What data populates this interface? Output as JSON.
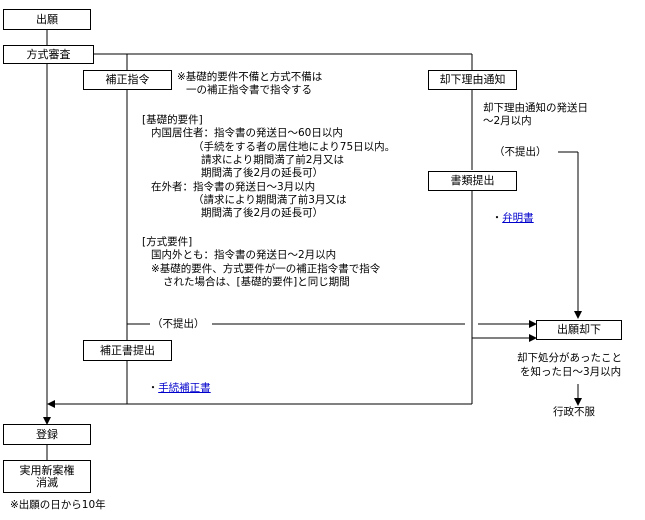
{
  "boxes": {
    "filing": "出願",
    "formal_exam": "方式審査",
    "amend_order": "補正指令",
    "rejection_notice": "却下理由通知",
    "doc_submission": "書類提出",
    "filing_rejection": "出願却下",
    "amend_submission": "補正書提出",
    "registration": "登録",
    "extinction_line1": "実用新案権",
    "extinction_line2": "消滅"
  },
  "notes": {
    "amend_note_line1": "※基礎的要件不備と方式不備は",
    "amend_note_line2": "一の補正指令書で指令する",
    "basic_heading": "[基礎的要件]",
    "basic_domestic": "内国居住者：指令書の発送日～60日以内",
    "basic_domestic_sub1": "（手続をする者の居住地により75日以内。",
    "basic_domestic_sub2": "請求により期間満了前2月又は",
    "basic_domestic_sub3": "期間満了後2月の延長可）",
    "basic_foreign": "在外者：指令書の発送日～3月以内",
    "basic_foreign_sub1": "（請求により期間満了前3月又は",
    "basic_foreign_sub2": "期間満了後2月の延長可）",
    "formal_heading": "[方式要件]",
    "formal_both": "国内外とも：指令書の発送日～2月以内",
    "formal_note1": "※基礎的要件、方式要件が一の補正指令書で指令",
    "formal_note2": "された場合は、[基礎的要件]と同じ期間",
    "not_submitted_left": "（不提出）",
    "not_submitted_right": "（不提出）",
    "rejection_deadline_line1": "却下理由通知の発送日",
    "rejection_deadline_line2": "～2月以内",
    "appeal_deadline_line1": "却下処分があったこと",
    "appeal_deadline_line2": "を知った日～3月以内",
    "admin_appeal": "行政不服",
    "term_note": "※出願の日から10年"
  },
  "links": {
    "explanation_bullet": "・",
    "explanation": "弁明書",
    "amendment_bullet": "・",
    "amendment": "手続補正書"
  }
}
